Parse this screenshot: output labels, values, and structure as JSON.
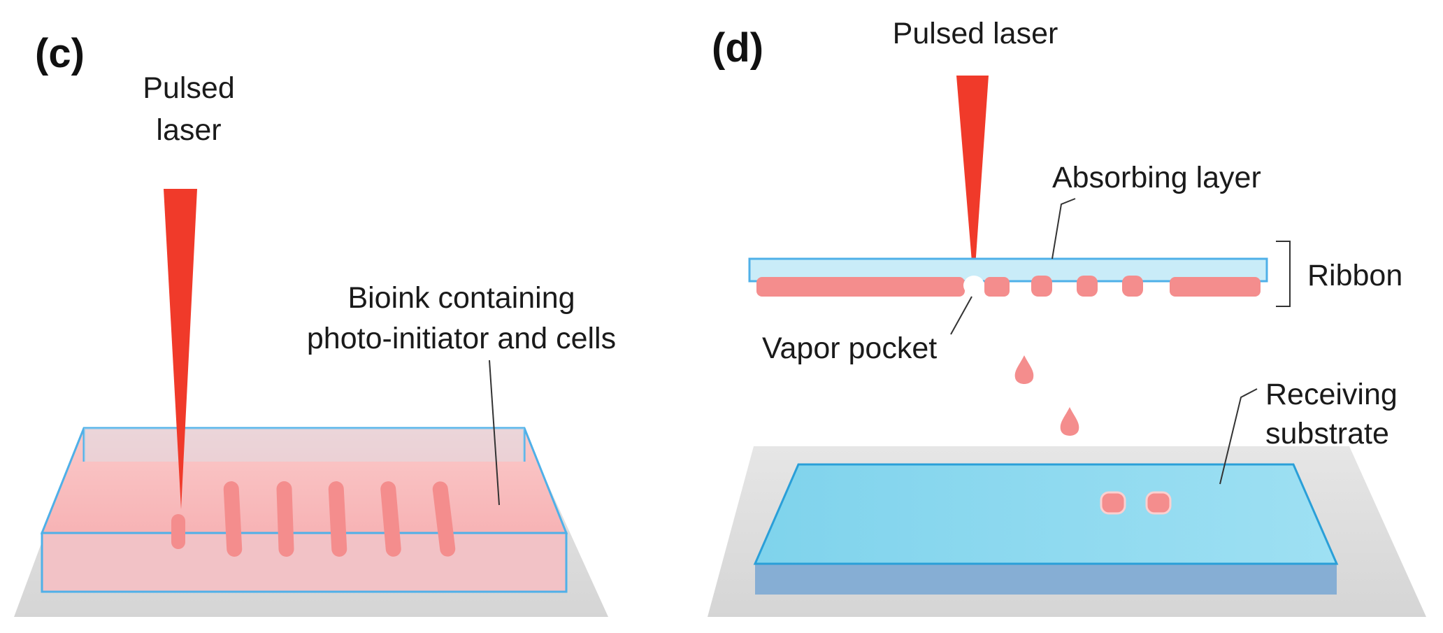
{
  "panel_c": {
    "tag": "(c)",
    "laser_label_line1": "Pulsed",
    "laser_label_line2": "laser",
    "bioink_label_line1": "Bioink containing",
    "bioink_label_line2": "photo-initiator and cells"
  },
  "panel_d": {
    "tag": "(d)",
    "laser_label": "Pulsed laser",
    "absorbing_label": "Absorbing layer",
    "ribbon_label": "Ribbon",
    "vapor_label": "Vapor pocket",
    "receiving_label_line1": "Receiving",
    "receiving_label_line2": "substrate"
  },
  "colors": {
    "laser": "#f03a2a",
    "bioink": "#f48d8d",
    "glass_edge": "#4fb0e8",
    "substrate_fill": "#8fdaf0",
    "tray": "#dcdcdc"
  }
}
